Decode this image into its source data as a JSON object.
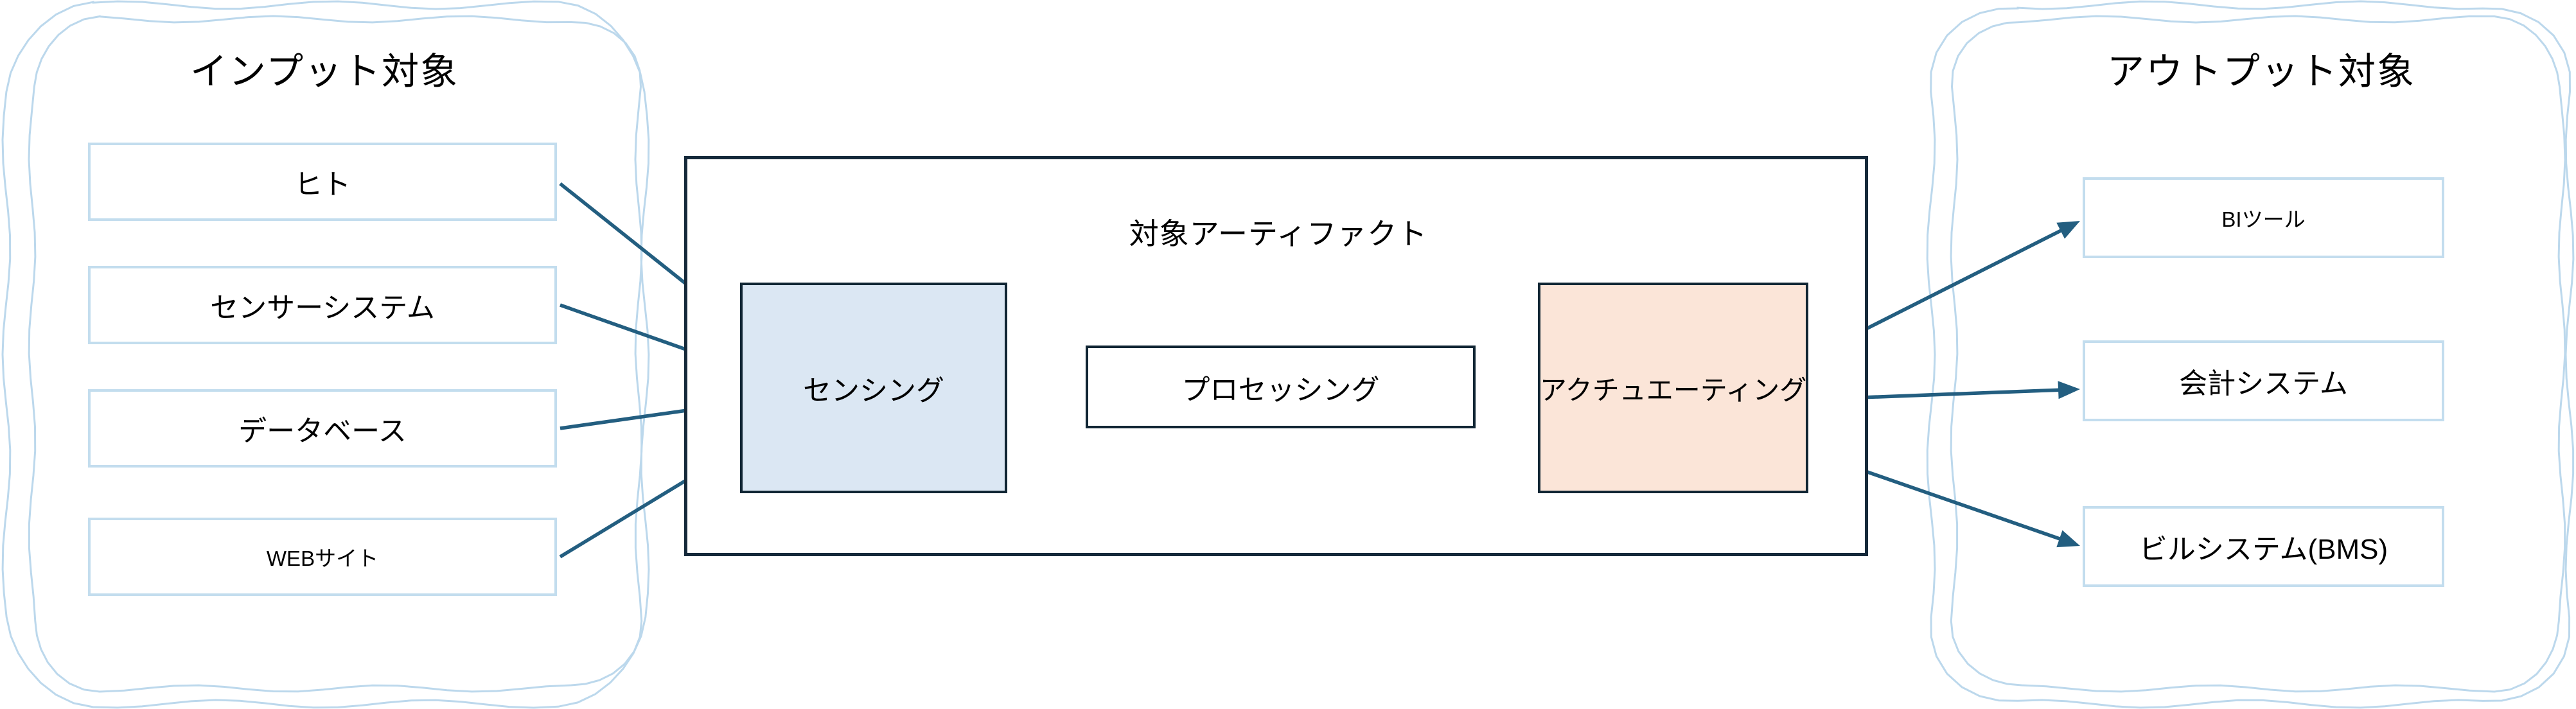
{
  "diagram": {
    "input_group": {
      "title": "インプット対象",
      "items": [
        {
          "id": "human",
          "label": "ヒト"
        },
        {
          "id": "sensor-system",
          "label": "センサーシステム"
        },
        {
          "id": "database",
          "label": "データベース"
        },
        {
          "id": "web-site",
          "label": "WEBサイト"
        }
      ]
    },
    "artifact_group": {
      "title": "対象アーティファクト",
      "stages": [
        {
          "id": "sensing",
          "label": "センシング"
        },
        {
          "id": "processing",
          "label": "プロセッシング"
        },
        {
          "id": "actuating",
          "label": "アクチュエーティング"
        }
      ]
    },
    "output_group": {
      "title": "アウトプット対象",
      "items": [
        {
          "id": "bi-tool",
          "label": "BIツール"
        },
        {
          "id": "accounting-system",
          "label": "会計システム"
        },
        {
          "id": "building-system",
          "label": "ビルシステム(BMS)"
        }
      ]
    },
    "connections": [
      {
        "from": "human",
        "to": "sensing"
      },
      {
        "from": "sensor-system",
        "to": "sensing"
      },
      {
        "from": "database",
        "to": "sensing"
      },
      {
        "from": "web-site",
        "to": "sensing"
      },
      {
        "from": "sensing",
        "to": "processing"
      },
      {
        "from": "processing",
        "to": "actuating"
      },
      {
        "from": "actuating",
        "to": "bi-tool"
      },
      {
        "from": "actuating",
        "to": "accounting-system"
      },
      {
        "from": "actuating",
        "to": "building-system"
      }
    ],
    "colors": {
      "cloud_border": "#bcd8ec",
      "io_box_border": "#c3ddee",
      "artifact_border": "#15293a",
      "stage_border": "#112634",
      "sensing_fill": "#dbe7f3",
      "actuating_fill": "#fbe5d8",
      "arrow": "#235e80",
      "text": "#000000"
    }
  }
}
